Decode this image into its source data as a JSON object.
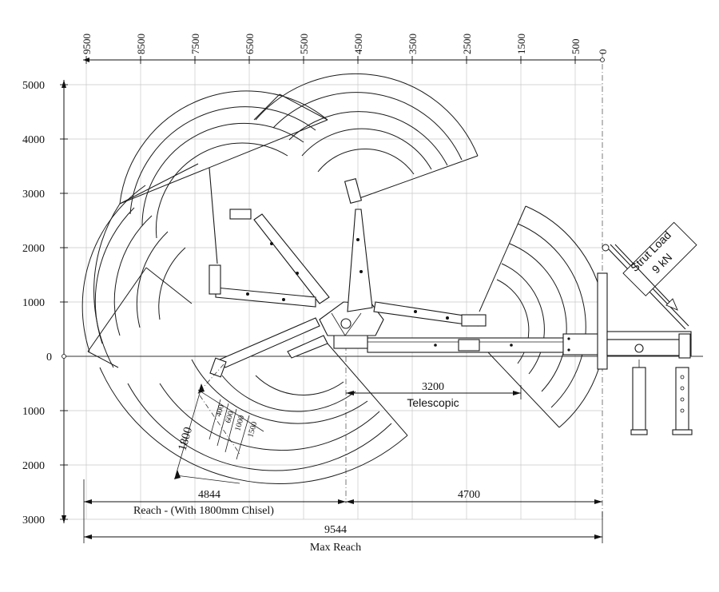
{
  "top_axis": {
    "ticks": [
      "9500",
      "8500",
      "7500",
      "6500",
      "5500",
      "4500",
      "3500",
      "2500",
      "1500",
      "500",
      "0"
    ]
  },
  "left_axis": {
    "ticks": [
      "5000",
      "4000",
      "3000",
      "2000",
      "1000",
      "0",
      "1000",
      "2000",
      "3000"
    ]
  },
  "dimensions": {
    "telescopic_value": "3200",
    "telescopic_label": "Telescopic",
    "reach_value": "4844",
    "reach_label": "Reach - (With 1800mm Chisel)",
    "base_value": "4700",
    "max_reach_value": "9544",
    "max_reach_label": "Max Reach",
    "chisel_length": "1800",
    "chisel_segments": [
      "400",
      "600",
      "1000",
      "1500"
    ]
  },
  "strut": {
    "title": "Strut Load",
    "value": "9 kN"
  }
}
